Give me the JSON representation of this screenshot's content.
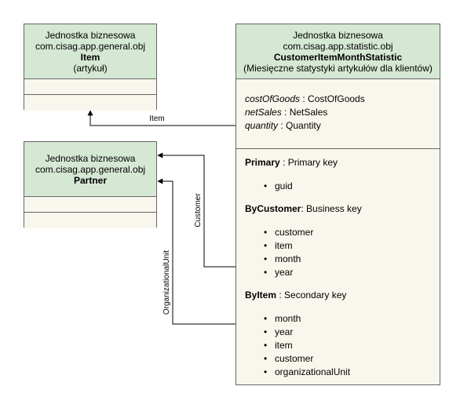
{
  "boxes": {
    "item": {
      "stereotype": "Jednostka biznesowa",
      "package": "com.cisag.app.general.obj",
      "name": "Item",
      "translation": "(artykuł)"
    },
    "partner": {
      "stereotype": "Jednostka biznesowa",
      "package": "com.cisag.app.general.obj",
      "name": "Partner"
    },
    "statistic": {
      "stereotype": "Jednostka biznesowa",
      "package": "com.cisag.app.statistic.obj",
      "name": "CustomerItemMonthStatistic",
      "translation": "(Miesięczne statystyki artykułów dla klientów)",
      "attributes": [
        {
          "name": "costOfGoods",
          "type": " : CostOfGoods"
        },
        {
          "name": "netSales",
          "type": " : NetSales"
        },
        {
          "name": "quantity",
          "type": " : Quantity"
        }
      ],
      "keys": [
        {
          "name": "Primary",
          "kind": " : Primary key",
          "fields": [
            "guid"
          ]
        },
        {
          "name": "ByCustomer",
          "kind": ": Business key",
          "fields": [
            "customer",
            "item",
            "month",
            "year"
          ]
        },
        {
          "name": "ByItem",
          "kind": " : Secondary key",
          "fields": [
            "month",
            "year",
            "item",
            "customer",
            "organizationalUnit"
          ]
        }
      ]
    }
  },
  "links": {
    "item": "Item",
    "customer": "Customer",
    "organizational_unit": "OrganizationalUnit"
  }
}
